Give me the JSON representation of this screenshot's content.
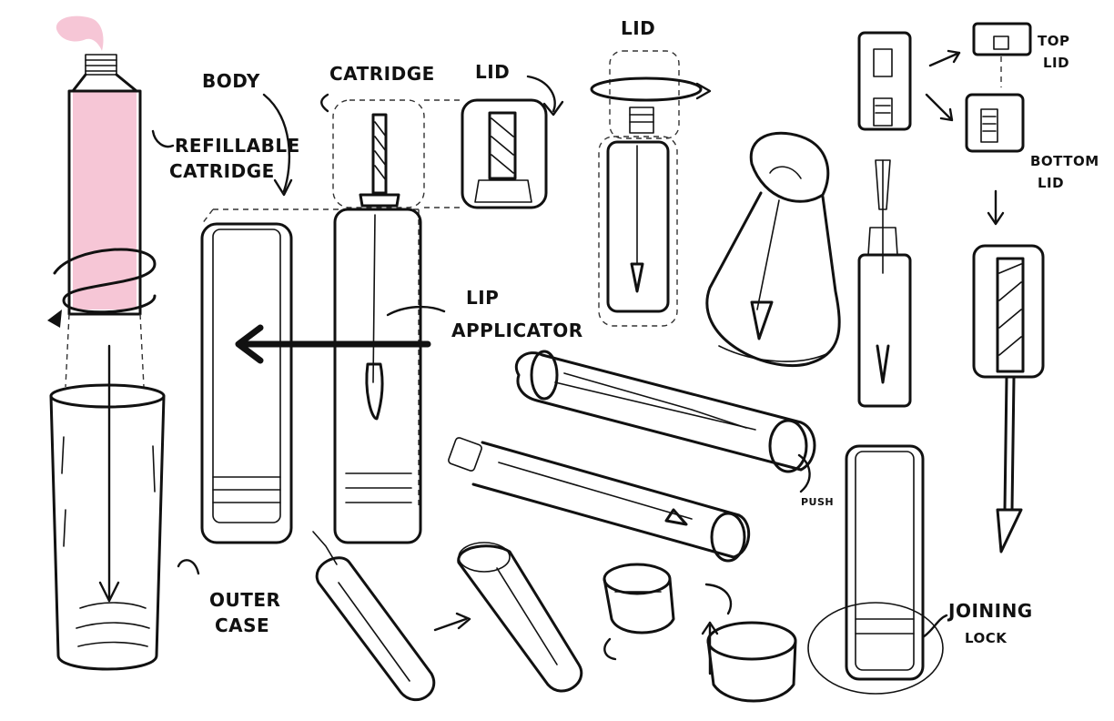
{
  "colors": {
    "ink": "#111111",
    "pink": "#f6c6d6",
    "paper": "#ffffff"
  },
  "labels": {
    "refillable_1": "REFILLABLE",
    "refillable_2": "CATRIDGE",
    "outer_1": "OUTER",
    "outer_2": "CASE",
    "body": "BODY",
    "catridge": "CATRIDGE",
    "lid_mid": "LID",
    "lid_top": "LID",
    "lip_1": "LIP",
    "lip_2": "APPLICATOR",
    "push": "PUSH",
    "top_lid_1": "TOP",
    "top_lid_2": "LID",
    "bottom_lid_1": "BOTTOM",
    "bottom_lid_2": "LID",
    "joining_1": "JOINING",
    "joining_2": "LOCK"
  }
}
